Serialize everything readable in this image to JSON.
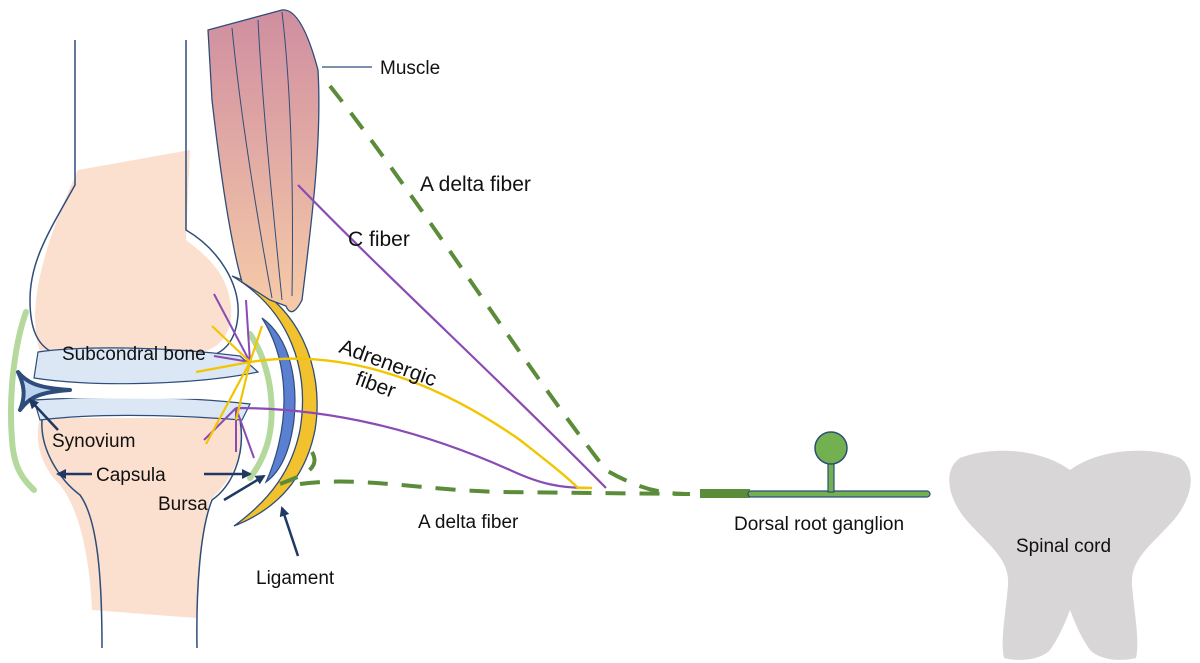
{
  "labels": {
    "muscle": "Muscle",
    "a_delta_fiber_top": "A delta fiber",
    "c_fiber": "C fiber",
    "adrenergic_line1": "Adrenergic",
    "adrenergic_line2": "fiber",
    "subchondral_bone": "Subcondral bone",
    "synovium": "Synovium",
    "capsula": "Capsula",
    "bursa": "Bursa",
    "ligament": "Ligament",
    "a_delta_fiber_bottom": "A  delta fiber",
    "dorsal_root_ganglion": "Dorsal root ganglion",
    "spinal_cord": "Spinal cord"
  },
  "colors": {
    "bone_fill": "#fbe0d0",
    "bone_outline": "#2e4d7a",
    "cartilage": "#dbe7f4",
    "muscle_top": "#cf8ea0",
    "muscle_bottom": "#f5c9a8",
    "capsule_green": "#b5d99c",
    "ligament_yellow": "#f2c12e",
    "bursa_blue": "#5b7fd1",
    "a_delta_green": "#5b8c3a",
    "c_fiber_purple": "#8a4bb5",
    "adrenergic_yellow": "#f2c500",
    "ganglion_green": "#72b050",
    "spinal_cord_grey": "#d8d6d6",
    "arrow_navy": "#1f3864"
  }
}
